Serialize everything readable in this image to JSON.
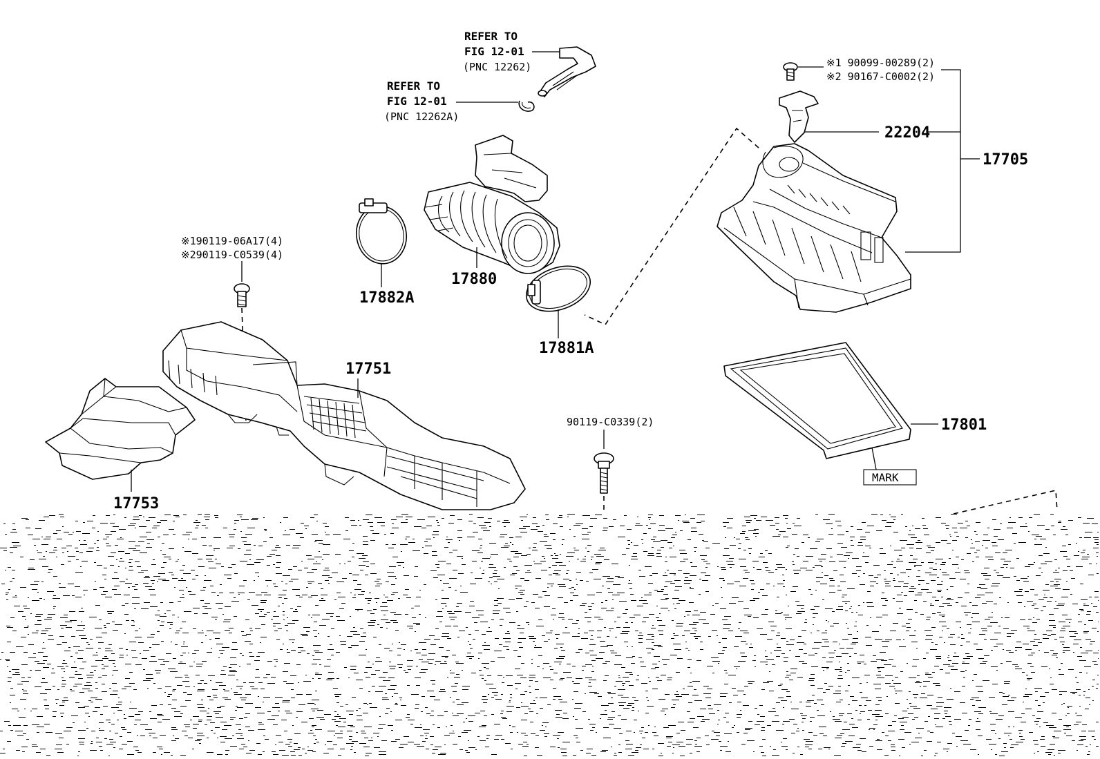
{
  "refs": {
    "top": {
      "line1": "REFER TO",
      "line2": "FIG 12-01",
      "line3": "(PNC 12262)"
    },
    "mid": {
      "line1": "REFER TO",
      "line2": "FIG 12-01",
      "line3": "(PNC 12262A)"
    }
  },
  "parts": {
    "p17880": "17880",
    "p17882a": "17882A",
    "p17881a": "17881A",
    "p17751": "17751",
    "p17753": "17753",
    "p17705": "17705",
    "p22204": "22204",
    "p17801": "17801",
    "mark": "MARK"
  },
  "bolts": {
    "left1": "※190119-06A17(4)",
    "left2": "※290119-C0539(4)",
    "mid": "90119-C0339(2)",
    "right1": "※1 90099-00289(2)",
    "right2": "※2 90167-C0002(2)"
  }
}
